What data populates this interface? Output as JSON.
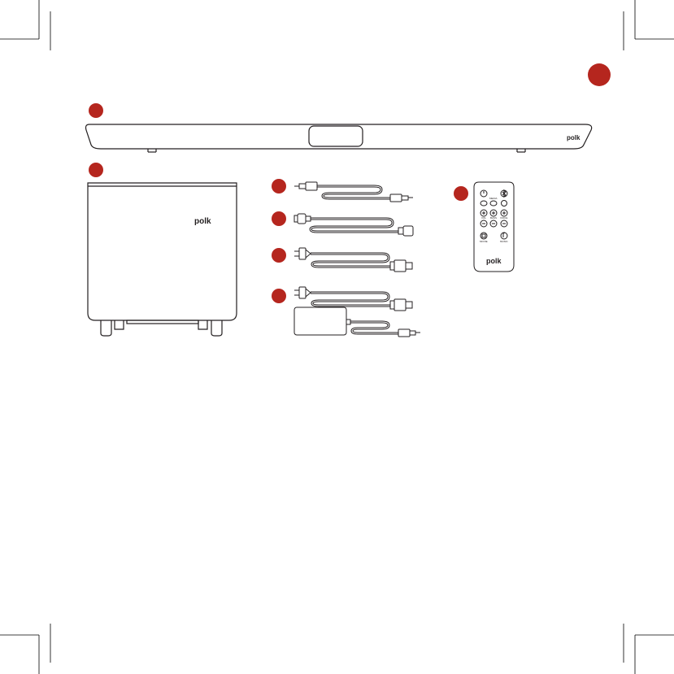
{
  "colors": {
    "accent": "#b5261e",
    "line": "#231f20",
    "crop": "#000000"
  },
  "soundbar": {
    "brand": "polk"
  },
  "subwoofer": {
    "brand": "polk"
  },
  "remote": {
    "brand": "polk",
    "labels": [
      "MOVIE",
      "MUSIC",
      "VOL",
      "BASS",
      "VOICE",
      "MEDIA"
    ]
  },
  "icons": [
    "power-icon",
    "bluetooth-icon",
    "music-note-icon",
    "film-icon"
  ]
}
